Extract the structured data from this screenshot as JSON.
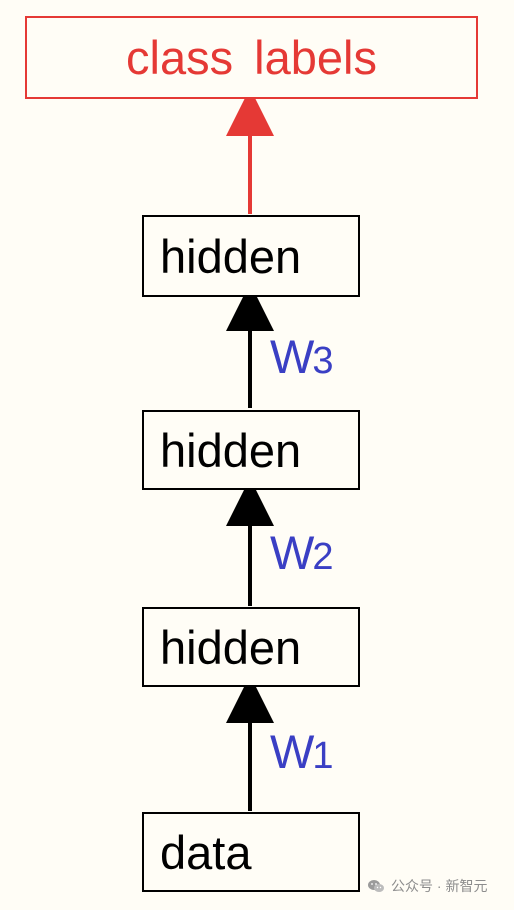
{
  "diagram": {
    "output_label": "class  labels",
    "nodes": [
      {
        "label": "hidden"
      },
      {
        "label": "hidden"
      },
      {
        "label": "hidden"
      },
      {
        "label": "data"
      }
    ],
    "weights": [
      {
        "base": "W",
        "subscript": "3"
      },
      {
        "base": "W",
        "subscript": "2"
      },
      {
        "base": "W",
        "subscript": "1"
      }
    ]
  },
  "watermark": {
    "text": "公众号 · 新智元",
    "icon": "wechat-icon"
  },
  "colors": {
    "background": "#fffdf6",
    "output_box": "#e53935",
    "output_arrow": "#e53935",
    "weight_text": "#3a3fc4",
    "node_border": "#000000",
    "watermark_text": "#8d8d8d"
  }
}
